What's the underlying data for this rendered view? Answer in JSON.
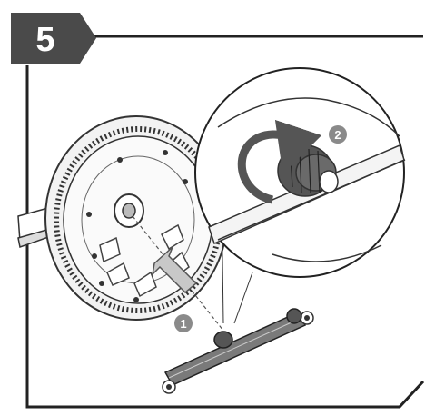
{
  "step": {
    "number": "5"
  },
  "callouts": [
    {
      "id": "callout-1",
      "number": "1"
    },
    {
      "id": "callout-2",
      "number": "2"
    }
  ],
  "colors": {
    "step_badge": "#4a4a4a",
    "callout_badge": "#8a8a8a",
    "frame": "#222222",
    "arrow_fill": "#c8c8c8",
    "rotate_arrow": "#555555"
  }
}
